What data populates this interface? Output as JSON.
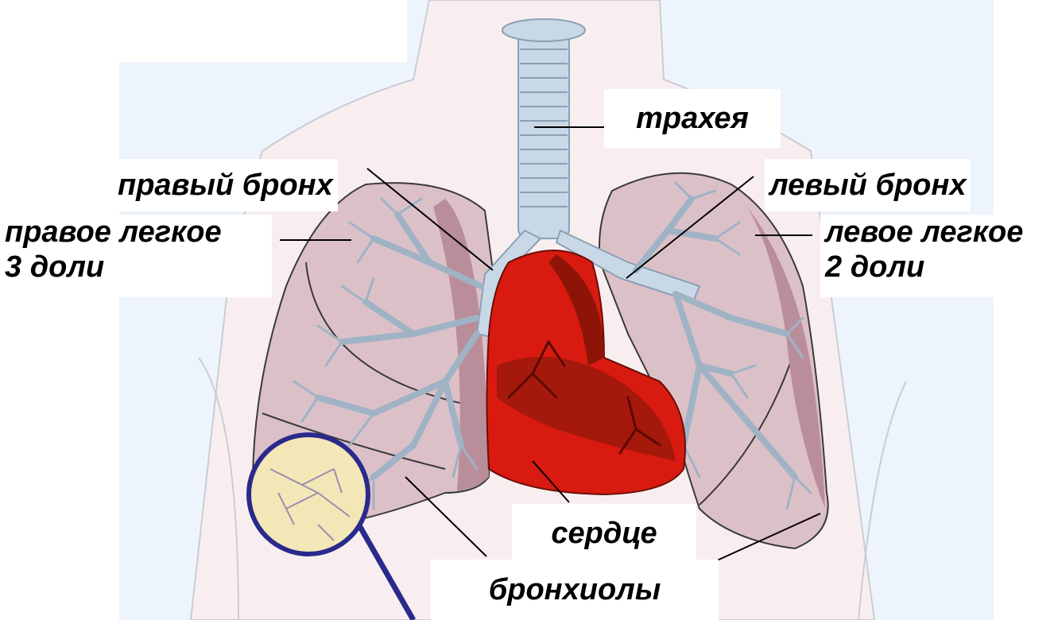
{
  "labels": {
    "trachea": "трахея",
    "right_bronchus": "правый бронх",
    "left_bronchus": "левый бронх",
    "right_lung_line1": "правое легкое",
    "right_lung_line2": "3 доли",
    "left_lung_line1": "левое легкое",
    "left_lung_line2": "2 доли",
    "heart": "сердце",
    "bronchioles": "бронхиолы"
  },
  "colors": {
    "background_panel": "#eef4fb",
    "body_fill": "#f8eef0",
    "lung_fill": "#dcc0c8",
    "lung_shade": "#b98d99",
    "airway": "#c9d8e6",
    "airway_outline": "#8aa0b4",
    "heart": "#d81a10",
    "heart_dark": "#8e1408",
    "magnifier_ring": "#2a2a8c",
    "magnifier_fill": "#f3e7b8",
    "leader_lines": "#000000"
  }
}
